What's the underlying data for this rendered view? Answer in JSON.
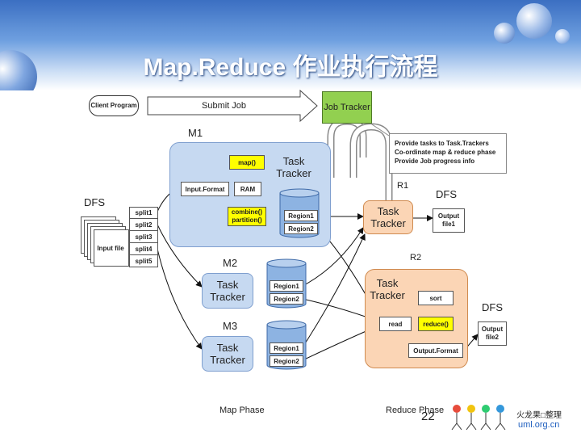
{
  "slide": {
    "title": "Map.Reduce 作业执行流程",
    "page_number": "22",
    "credit_line1": "火龙果□整理",
    "credit_line2": "uml.org.cn"
  },
  "diagram": {
    "client_program": "Client Program",
    "submit_job": "Submit Job",
    "job_tracker": "Job Tracker",
    "jobtracker_notes": [
      "Provide tasks to Task.Trackers",
      "Co-ordinate map & reduce phase",
      "Provide Job progress info"
    ],
    "m1": "M1",
    "m2": "M2",
    "m3": "M3",
    "r1": "R1",
    "r2": "R2",
    "dfs_left": "DFS",
    "dfs_r1": "DFS",
    "dfs_r2": "DFS",
    "map_fn": "map()",
    "task_tracker": "Task Tracker",
    "input_format": "Input.Format",
    "ram": "RAM",
    "combine_partition": "combine() partition()",
    "region1": "Region1",
    "region2": "Region2",
    "splits": [
      "split1",
      "split2",
      "split3",
      "split4",
      "split5"
    ],
    "input_file": "Input file",
    "output_file1": "Output file1",
    "output_file2": "Output file2",
    "sort": "sort",
    "read": "read",
    "reduce_fn": "reduce()",
    "output_format": "Output.Format",
    "map_phase": "Map Phase",
    "reduce_phase": "Reduce Phase"
  },
  "colors": {
    "header_blue": "#3b6fc2",
    "map_panel": "#c6d9f1",
    "reduce_panel": "#fbd5b5",
    "job_tracker": "#92d050",
    "highlight_yellow": "#ffff00",
    "cylinder_blue": "#8db3e2"
  }
}
